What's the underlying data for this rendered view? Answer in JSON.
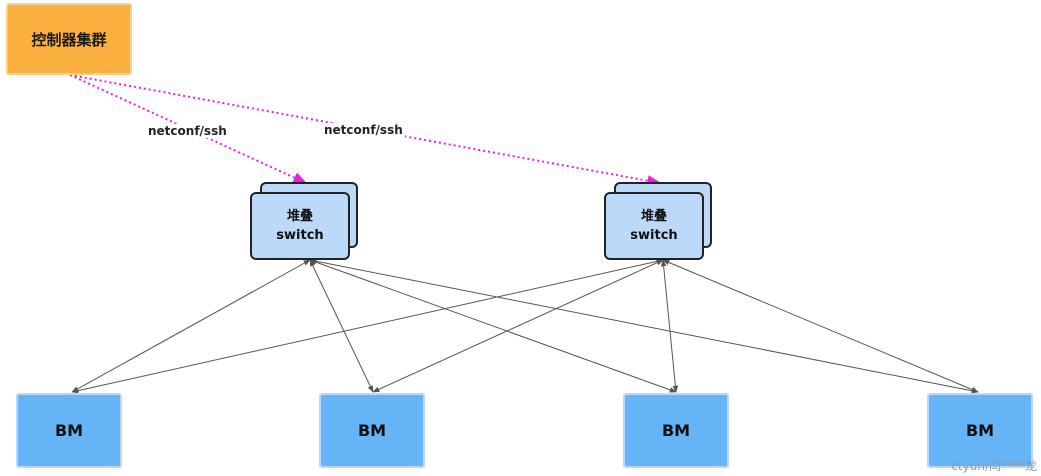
{
  "controller": {
    "label": "控制器集群"
  },
  "switches": [
    {
      "line1": "堆叠",
      "line2": "switch"
    },
    {
      "line1": "堆叠",
      "line2": "switch"
    }
  ],
  "bms": [
    {
      "label": "BM"
    },
    {
      "label": "BM"
    },
    {
      "label": "BM"
    },
    {
      "label": "BM"
    }
  ],
  "links": {
    "mgmt_label": "netconf/ssh"
  },
  "colors": {
    "mgmt_link": "#e81ee8",
    "data_link": "#555555"
  },
  "watermark": "ctyun/闫****龙"
}
